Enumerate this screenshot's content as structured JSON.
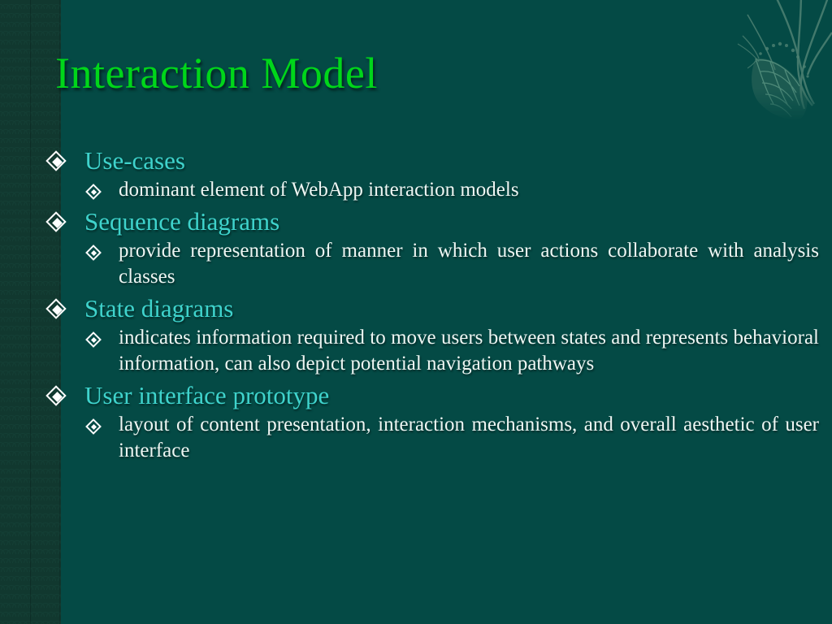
{
  "slide": {
    "title": "Interaction Model",
    "colors": {
      "background": "#044a45",
      "left_band": "#11382f",
      "title_text": "#00d61a",
      "level1_text": "#3fd3cc",
      "level2_text": "#eef6f3",
      "bullet": "#ffffff",
      "decoration": "#4a7a6a"
    },
    "decoration_name": "floral-vine-motif",
    "bullets": [
      {
        "level": 1,
        "bullet_icon": "diamond-bullet-icon",
        "text": "Use-cases"
      },
      {
        "level": 2,
        "bullet_icon": "diamond-bullet-icon",
        "text": "dominant element of WebApp interaction models",
        "justify": false
      },
      {
        "level": 1,
        "bullet_icon": "diamond-bullet-icon",
        "text": "Sequence diagrams"
      },
      {
        "level": 2,
        "bullet_icon": "diamond-bullet-icon",
        "text": "provide representation of manner in which user actions collaborate with analysis classes",
        "justify": true
      },
      {
        "level": 1,
        "bullet_icon": "diamond-bullet-icon",
        "text": "State diagrams"
      },
      {
        "level": 2,
        "bullet_icon": "diamond-bullet-icon",
        "text": "indicates information required to move users between states and represents behavioral information, can also depict potential navigation pathways",
        "justify": true
      },
      {
        "level": 1,
        "bullet_icon": "diamond-bullet-icon",
        "text": "User interface prototype"
      },
      {
        "level": 2,
        "bullet_icon": "diamond-bullet-icon",
        "text": "layout of content presentation, interaction mechanisms, and overall aesthetic of user interface",
        "justify": true
      }
    ]
  }
}
